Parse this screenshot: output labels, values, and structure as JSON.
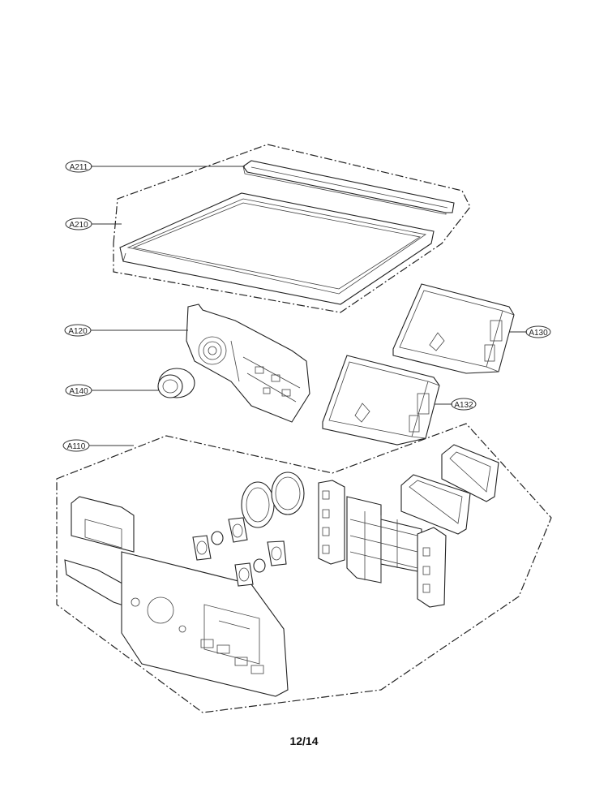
{
  "callouts": {
    "a211": "A211",
    "a210": "A210",
    "a120": "A120",
    "a140": "A140",
    "a110": "A110",
    "a130": "A130",
    "a132": "A132"
  },
  "page": {
    "number": "12/14"
  }
}
